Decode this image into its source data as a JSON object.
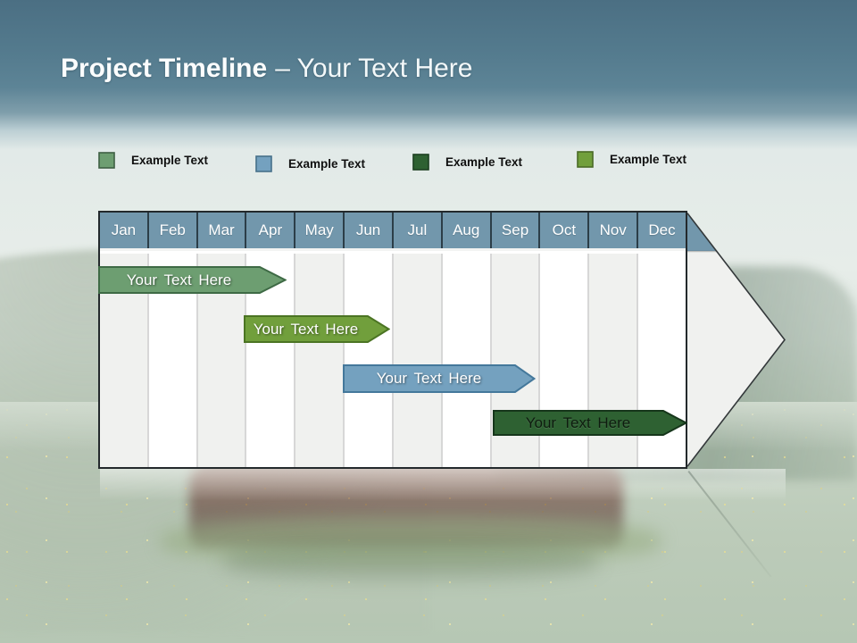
{
  "title": {
    "bold": "Project Timeline",
    "rest": "– Your Text Here"
  },
  "legend": {
    "items": [
      {
        "label": "Example Text",
        "color": "#6d9e71",
        "border": "#3e5f43"
      },
      {
        "label": "Example Text",
        "color": "#74a1bf",
        "border": "#46708a"
      },
      {
        "label": "Example Text",
        "color": "#2e6132",
        "border": "#1c3f20"
      },
      {
        "label": "Example Text",
        "color": "#719f3c",
        "border": "#4a6b26"
      }
    ]
  },
  "timeline": {
    "months": [
      "Jan",
      "Feb",
      "Mar",
      "Apr",
      "May",
      "Jun",
      "Jul",
      "Aug",
      "Sep",
      "Oct",
      "Nov",
      "Dec"
    ],
    "header_color": "#7297ac",
    "bars": [
      {
        "label": "Your Text Here",
        "fill": "#6d9e71",
        "border": "#3e6a45",
        "text_color": "#ffffff",
        "start_month": "Jan",
        "end_month": "Apr"
      },
      {
        "label": "Your Text Here",
        "fill": "#719f3c",
        "border": "#4b7423",
        "text_color": "#ffffff",
        "start_month": "Apr",
        "end_month": "Jun"
      },
      {
        "label": "Your Text Here",
        "fill": "#74a1bf",
        "border": "#44789b",
        "text_color": "#ffffff",
        "start_month": "Jun",
        "end_month": "Sep"
      },
      {
        "label": "Your Text Here",
        "fill": "#2e6132",
        "border": "#16361b",
        "text_color": "#0e1c0f",
        "start_month": "Sep",
        "end_month": "Dec"
      }
    ]
  },
  "chart_data": {
    "type": "bar",
    "subtype": "gantt-timeline",
    "title": "Project Timeline – Your Text Here",
    "categories": [
      "Jan",
      "Feb",
      "Mar",
      "Apr",
      "May",
      "Jun",
      "Jul",
      "Aug",
      "Sep",
      "Oct",
      "Nov",
      "Dec"
    ],
    "series": [
      {
        "name": "Your Text Here",
        "legend_label": "Example Text",
        "start": "Jan",
        "end": "Apr",
        "color": "#6d9e71"
      },
      {
        "name": "Your Text Here",
        "legend_label": "Example Text",
        "start": "Apr",
        "end": "Jun",
        "color": "#719f3c"
      },
      {
        "name": "Your Text Here",
        "legend_label": "Example Text",
        "start": "Jun",
        "end": "Sep",
        "color": "#74a1bf"
      },
      {
        "name": "Your Text Here",
        "legend_label": "Example Text",
        "start": "Sep",
        "end": "Dec",
        "color": "#2e6132"
      }
    ],
    "legend_position": "top",
    "grid": "alternating-month-columns",
    "x_axis_position": "top"
  }
}
